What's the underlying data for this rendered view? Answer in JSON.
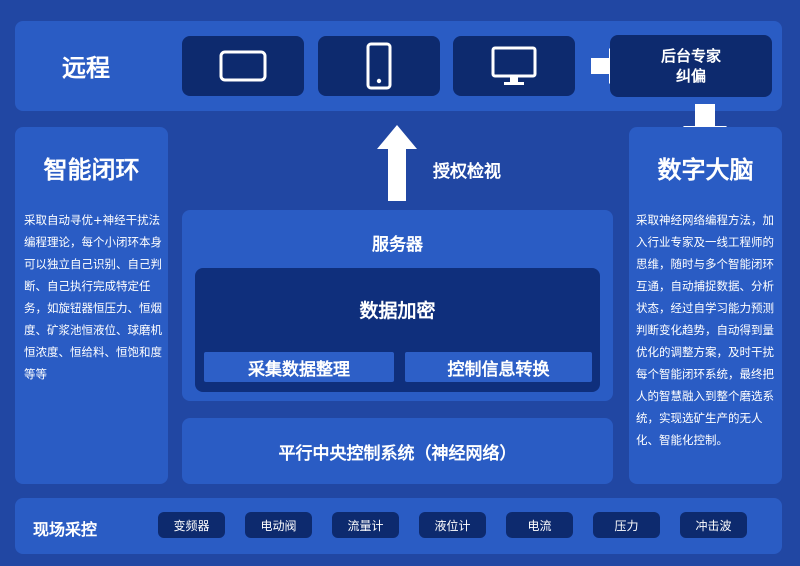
{
  "remote": {
    "title": "远程",
    "devices": [
      {
        "icon": "tablet-icon"
      },
      {
        "icon": "phone-icon"
      },
      {
        "icon": "monitor-icon"
      }
    ],
    "expert_line1": "后台专家",
    "expert_line2": "纠偏"
  },
  "left": {
    "title": "智能闭环",
    "description": "采取自动寻优+神经干扰法编程理论，每个小闭环本身可以独立自己识别、自己判断、自己执行完成特定任务，如旋钮器恒压力、恒烟度、矿浆池恒液位、球磨机恒浓度、恒给料、恒饱和度等等"
  },
  "right": {
    "title": "数字大脑",
    "description": "采取神经网络编程方法，加入行业专家及一线工程师的思维，随时与多个智能闭环互通，自动捕捉数据、分析状态，经过自学习能力预测判断变化趋势，自动得到量优化的调整方案，及时干扰每个智能闭环系统，最终把人的智慧融入到整个磨选系统，实现选矿生产的无人化、智能化控制。"
  },
  "middle": {
    "auth_label": "授权检视",
    "server_label": "服务器",
    "encrypt_label": "数据加密",
    "collect_label": "采集数据整理",
    "control_label": "控制信息转换",
    "central_label": "平行中央控制系统（神经网络）"
  },
  "field": {
    "title": "现场采控",
    "items": [
      "变频器",
      "电动阀",
      "流量计",
      "液位计",
      "电流",
      "压力",
      "冲击波"
    ]
  },
  "colors": {
    "background": "#2147a3",
    "panel": "#2a5cc4",
    "navy": "#0d2a6e",
    "text": "#ffffff"
  }
}
